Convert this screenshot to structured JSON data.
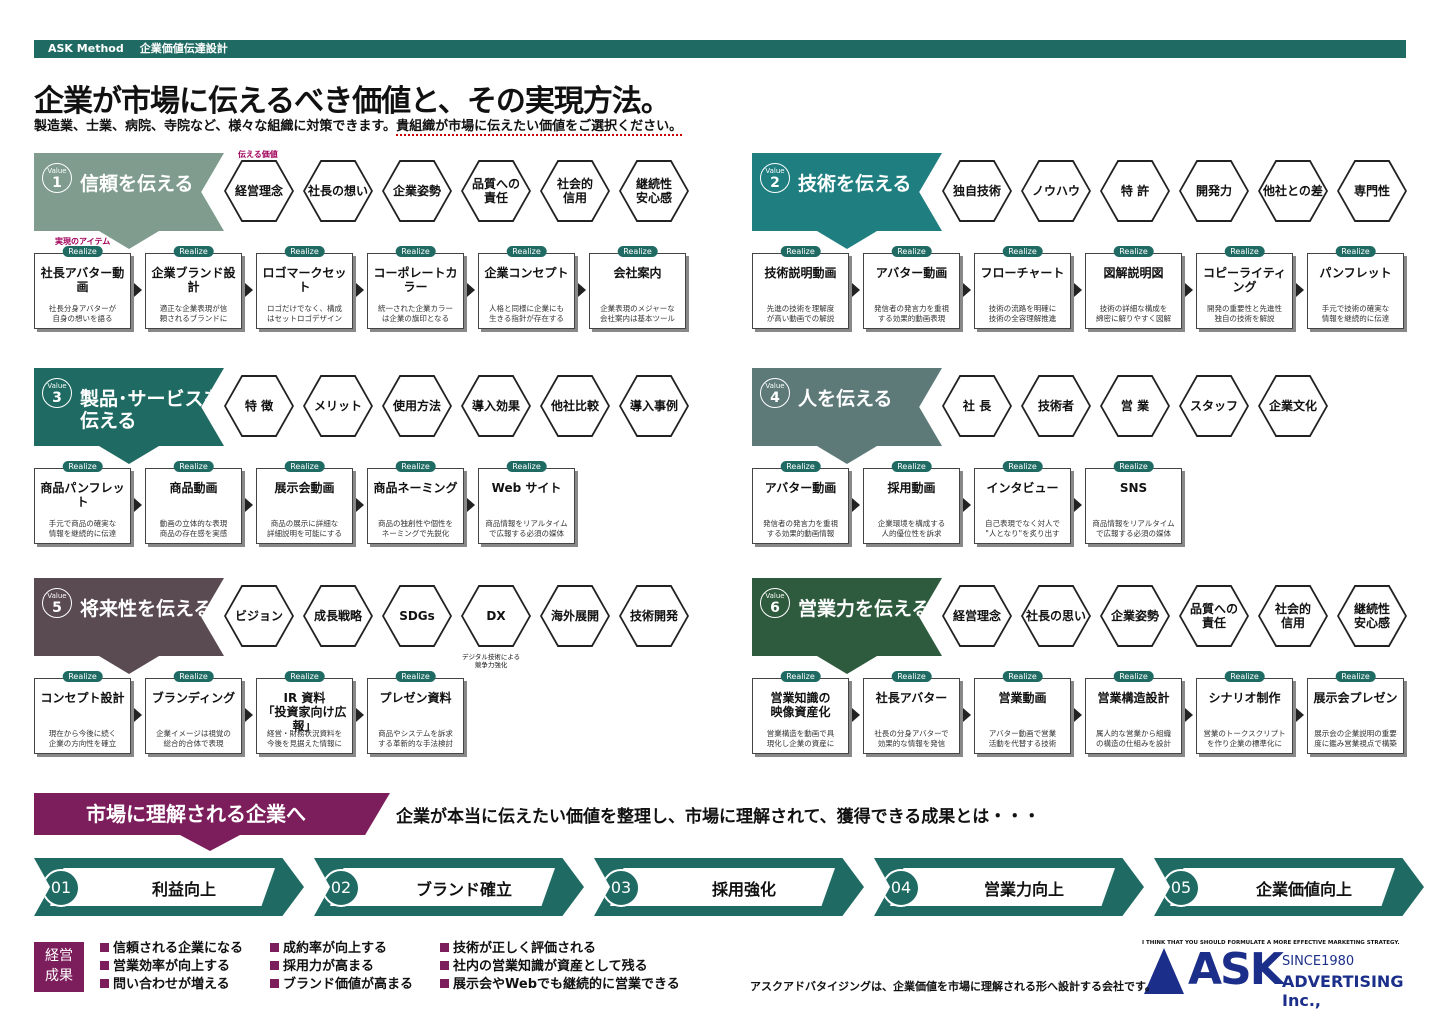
{
  "header": {
    "brand": "ASK Method",
    "section": "企業価値伝達設計"
  },
  "title": "企業が市場に伝えるべき価値と、その実現方法。",
  "subtitle": {
    "plain": "製造業、士業、病院、寺院など、様々な組織に対策できます。",
    "highlight": "貴組織が市場に伝えたい価値をご選択ください。"
  },
  "labels": {
    "value_word": "Value",
    "realize": "Realize",
    "tsutaeru": "伝える価値",
    "item": "実現のアイテム"
  },
  "values": [
    {
      "num": "1",
      "title": "信頼を伝える",
      "color": "#7f9c8e",
      "hexes": [
        "経営理念",
        "社長の想い",
        "企業姿勢",
        "品質への\n責任",
        "社会的\n信用",
        "継続性\n安心感"
      ],
      "cards": [
        {
          "t": "社長アバター動画",
          "s": "社長分身アバターが\n自身の想いを語る"
        },
        {
          "t": "企業ブランド設計",
          "s": "適正な企業表現が信\n頼されるブランドに"
        },
        {
          "t": "ロゴマークセット",
          "s": "ロゴだけでなく、構成\nはセットロゴデザイン"
        },
        {
          "t": "コーポレートカラー",
          "s": "統一された企業カラー\nは企業の旗印となる"
        },
        {
          "t": "企業コンセプト",
          "s": "人格と同様に企業にも\n生きる指針が存在する"
        },
        {
          "t": "会社案内",
          "s": "企業表現のメジャーな\n会社案内は基本ツール"
        }
      ]
    },
    {
      "num": "2",
      "title": "技術を伝える",
      "color": "#1f7f80",
      "hexes": [
        "独自技術",
        "ノウハウ",
        "特 許",
        "開発力",
        "他社との差",
        "専門性"
      ],
      "cards": [
        {
          "t": "技術説明動画",
          "s": "先進の技術を理解度\nが高い動画での解説"
        },
        {
          "t": "アバター動画",
          "s": "発信者の発言力を重視\nする効果的動画表現"
        },
        {
          "t": "フローチャート",
          "s": "技術の流路を明確に\n技術の全容理解推進"
        },
        {
          "t": "図解説明図",
          "s": "技術の詳細な構成を\n綿密に解りやすく図解"
        },
        {
          "t": "コピーライティング",
          "s": "開発の重要性と先進性\n独自の技術を解説"
        },
        {
          "t": "パンフレット",
          "s": "手元で技術の確実な\n情報を継続的に伝達"
        }
      ]
    },
    {
      "num": "3",
      "title": "製品･サービスを\n伝える",
      "color": "#1f6b63",
      "hexes": [
        "特 徴",
        "メリット",
        "使用方法",
        "導入効果",
        "他社比較",
        "導入事例"
      ],
      "cards": [
        {
          "t": "商品パンフレット",
          "s": "手元で商品の確実な\n情報を継続的に伝達"
        },
        {
          "t": "商品動画",
          "s": "動画の立体的な表現\n商品の存在感を実感"
        },
        {
          "t": "展示会動画",
          "s": "商品の展示に詳細な\n詳細説明を可能にする"
        },
        {
          "t": "商品ネーミング",
          "s": "商品の独創性や個性を\nネーミングで先鋭化"
        },
        {
          "t": "Web サイト",
          "s": "商品情報をリアルタイム\nで広報する必須の媒体"
        }
      ]
    },
    {
      "num": "4",
      "title": "人を伝える",
      "color": "#5d7a79",
      "hexes": [
        "社 長",
        "技術者",
        "営 業",
        "スタッフ",
        "企業文化"
      ],
      "cards": [
        {
          "t": "アバター動画",
          "s": "発信者の発言力を重視\nする効果的動画情報"
        },
        {
          "t": "採用動画",
          "s": "企業環境を構成する\n人的優位性を訴求"
        },
        {
          "t": "インタビュー",
          "s": "自己表現でなく対人で\n\"人となり\"を炙り出す"
        },
        {
          "t": "SNS",
          "s": "商品情報をリアルタイム\nで広報する必須の媒体"
        }
      ]
    },
    {
      "num": "5",
      "title": "将来性を伝える",
      "color": "#5a4a52",
      "hexes": [
        "ビジョン",
        "成長戦略",
        "SDGs",
        "DX",
        "海外展開",
        "技術開発"
      ],
      "dx_note": "デジタル技術による\n競争力強化",
      "cards": [
        {
          "t": "コンセプト設計",
          "s": "現在から今後に続く\n企業の方向性を確立"
        },
        {
          "t": "ブランディング",
          "s": "企業イメージは視覚の\n総合的合体で表現"
        },
        {
          "t": "IR 資料\n「投資家向け広報」",
          "s": "経営・財務状況資料を\n今後を見据えた情報に"
        },
        {
          "t": "プレゼン資料",
          "s": "商品やシステムを訴求\nする革新的な手法検討"
        }
      ]
    },
    {
      "num": "6",
      "title": "営業力を伝える",
      "color": "#2e5a3d",
      "hexes": [
        "経営理念",
        "社長の思い",
        "企業姿勢",
        "品質への\n責任",
        "社会的\n信用",
        "継続性\n安心感"
      ],
      "cards": [
        {
          "t": "営業知識の\n映像資産化",
          "s": "営業構造を動画で具\n現化し企業の資産に"
        },
        {
          "t": "社長アバター",
          "s": "社長の分身アバターで\n効果的な情報を発信"
        },
        {
          "t": "営業動画",
          "s": "アバター動画で営業\n活動を代替する技術"
        },
        {
          "t": "営業構造設計",
          "s": "属人的な営業から組織\nの構造の仕組みを設計"
        },
        {
          "t": "シナリオ制作",
          "s": "営業のトークスクリプト\nを作り企業の標準化に"
        },
        {
          "t": "展示会プレゼン",
          "s": "展示会の企業説明の重要\n度に鑑み営業視点で構築"
        }
      ]
    }
  ],
  "market": {
    "label": "市場に理解される企業へ",
    "text": "企業が本当に伝えたい価値を整理し、市場に理解されて、獲得できる成果とは・・・"
  },
  "steps": [
    {
      "n": "01",
      "t": "利益向上"
    },
    {
      "n": "02",
      "t": "ブランド確立"
    },
    {
      "n": "03",
      "t": "採用強化"
    },
    {
      "n": "04",
      "t": "営業力向上"
    },
    {
      "n": "05",
      "t": "企業価値向上"
    }
  ],
  "outcomes": {
    "label": "経営\n成果",
    "cols": [
      [
        "信頼される企業になる",
        "営業効率が向上する",
        "問い合わせが増える"
      ],
      [
        "成約率が向上する",
        "採用力が高まる",
        "ブランド価値が高まる"
      ],
      [
        "技術が正しく評価される",
        "社内の営業知識が資産として残る",
        "展示会やWebでも継続的に営業できる"
      ]
    ]
  },
  "footer": {
    "tagline": "I THINK THAT YOU SHOULD FORMULATE A MORE EFFECTIVE MARKETING STRATEGY.",
    "logo_ask": "ASK",
    "logo_since": "SINCE1980",
    "logo_adv": "ADVERTISING Inc.,",
    "company": "アスクアドバタイジングは、企業価値を市場に理解される形へ設計する会社です。"
  },
  "colors": {
    "teal": "#1f6b63",
    "plum": "#7d1e5c",
    "navy": "#1b2f8a"
  }
}
